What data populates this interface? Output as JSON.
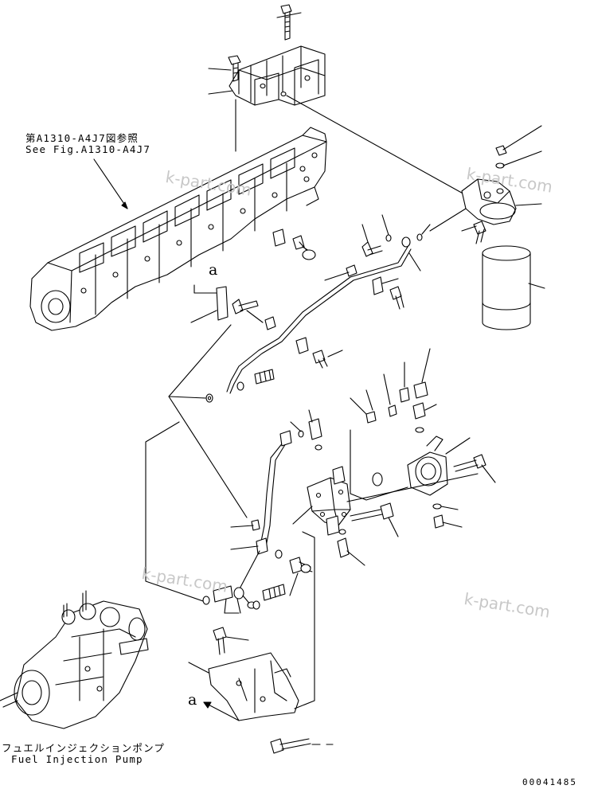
{
  "refs": {
    "line1": "第A1310-A4J7図参照",
    "line2": "See Fig.A1310-A4J7"
  },
  "pump": {
    "name_jp": "フュエルインジェクションポンプ",
    "name_en": "Fuel Injection Pump"
  },
  "view_marks": {
    "a_top": "a",
    "a_bottom": "a"
  },
  "watermarks": [
    "k-part.com",
    "k-part.com",
    "k-part.com",
    "k-part.com"
  ],
  "serial": "00041485",
  "colors": {
    "line": "#000000",
    "watermark": "#c8c8c8",
    "background": "#ffffff"
  }
}
